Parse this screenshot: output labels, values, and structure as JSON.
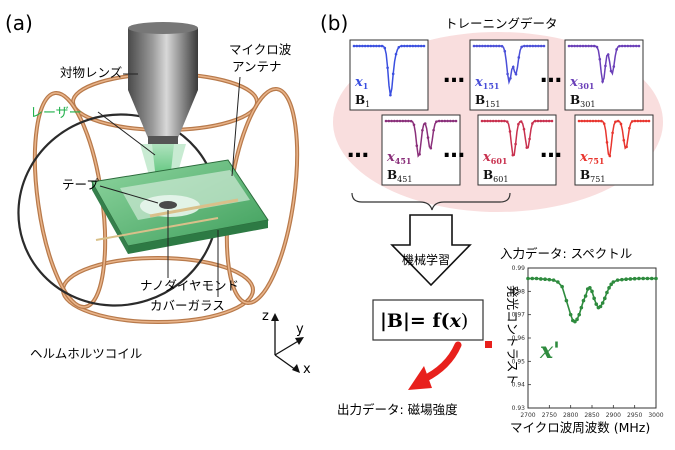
{
  "panel_a": {
    "label": "(a)",
    "labels": {
      "objective": "対物レンズ",
      "antenna_line1": "マイクロ波",
      "antenna_line2": "アンテナ",
      "laser": "レーザー",
      "tape": "テープ",
      "nanodiamond": "ナノダイヤモンド",
      "coverglass": "カバーガラス",
      "helmholtz": "ヘルムホルツコイル"
    },
    "axes": {
      "x": "x",
      "y": "y",
      "z": "z"
    },
    "colors": {
      "laser_green": "#22b14c",
      "coil_copper": "#b87a4b"
    }
  },
  "panel_b": {
    "label": "(b)",
    "training_title": "トレーニングデータ",
    "samples": [
      {
        "x_base": "x",
        "x_sub": "1",
        "b_base": "B",
        "b_sub": "1",
        "color": "#3a4fe0"
      },
      {
        "x_base": "x",
        "x_sub": "151",
        "b_base": "B",
        "b_sub": "151",
        "color": "#4a4fd8"
      },
      {
        "x_base": "x",
        "x_sub": "301",
        "b_base": "B",
        "b_sub": "301",
        "color": "#6a3fb8"
      },
      {
        "x_base": "x",
        "x_sub": "451",
        "b_base": "B",
        "b_sub": "451",
        "color": "#8a2f7a"
      },
      {
        "x_base": "x",
        "x_sub": "601",
        "b_base": "B",
        "b_sub": "601",
        "color": "#c8304e"
      },
      {
        "x_base": "x",
        "x_sub": "751",
        "b_base": "B",
        "b_sub": "751",
        "color": "#e8352e"
      }
    ],
    "ellipsis": "…",
    "ml_label": "機械学習",
    "equation_left": "|B|= f(",
    "equation_var": "x",
    "equation_right": ")",
    "output_label": "出力データ: 磁場強度",
    "input_label": "入力データ: スペクトル",
    "colors": {
      "pink_bg": "#f9dede",
      "arrow_red": "#e8201c",
      "spectrum_green": "#2e8b3e"
    }
  },
  "chart_data": {
    "type": "scatter",
    "xlabel": "マイクロ波周波数 (MHz)",
    "ylabel": "発光コントラスト",
    "xlim": [
      2700,
      3000
    ],
    "ylim": [
      0.93,
      0.99
    ],
    "xticks": [
      "2700",
      "2750",
      "2800",
      "2850",
      "2900",
      "2950",
      "3000"
    ],
    "yticks": [
      "0.93",
      "0.94",
      "0.95",
      "0.96",
      "0.97",
      "0.98",
      "0.99"
    ],
    "series_label": "x'",
    "series": [
      {
        "name": "x'",
        "color": "#2e8b3e",
        "x": [
          2700,
          2710,
          2720,
          2730,
          2740,
          2750,
          2760,
          2770,
          2780,
          2790,
          2800,
          2805,
          2810,
          2815,
          2820,
          2825,
          2830,
          2835,
          2840,
          2845,
          2850,
          2855,
          2860,
          2865,
          2870,
          2875,
          2880,
          2885,
          2890,
          2895,
          2900,
          2910,
          2920,
          2930,
          2940,
          2950,
          2960,
          2970,
          2980,
          2990,
          3000
        ],
        "y": [
          0.9855,
          0.9855,
          0.9855,
          0.9853,
          0.9852,
          0.985,
          0.9848,
          0.984,
          0.982,
          0.976,
          0.97,
          0.9675,
          0.967,
          0.968,
          0.97,
          0.973,
          0.976,
          0.978,
          0.981,
          0.9815,
          0.98,
          0.977,
          0.9745,
          0.973,
          0.9735,
          0.975,
          0.977,
          0.9795,
          0.9815,
          0.983,
          0.984,
          0.9848,
          0.985,
          0.9852,
          0.9853,
          0.9854,
          0.9855,
          0.9855,
          0.9855,
          0.9855,
          0.9855
        ]
      }
    ]
  }
}
